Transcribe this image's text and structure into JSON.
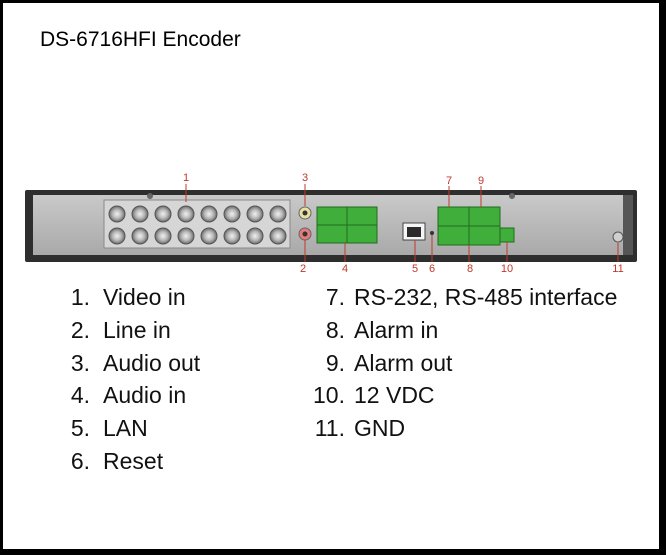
{
  "title": "DS-6716HFI Encoder",
  "callouts": {
    "c1": "1",
    "c2": "2",
    "c3": "3",
    "c4": "4",
    "c5": "5",
    "c6": "6",
    "c7": "7",
    "c8": "8",
    "c9": "9",
    "c10": "10",
    "c11": "11"
  },
  "legend": {
    "left": [
      {
        "num": "1.",
        "label": "Video in"
      },
      {
        "num": "2.",
        "label": "Line in"
      },
      {
        "num": "3.",
        "label": "Audio out"
      },
      {
        "num": "4.",
        "label": "Audio in"
      },
      {
        "num": "5.",
        "label": "LAN"
      },
      {
        "num": "6.",
        "label": "Reset"
      }
    ],
    "right": [
      {
        "num": "7.",
        "label": "RS-232, RS-485 interface"
      },
      {
        "num": "8.",
        "label": "Alarm in"
      },
      {
        "num": "9.",
        "label": "Alarm out"
      },
      {
        "num": "10.",
        "label": "12 VDC"
      },
      {
        "num": "11.",
        "label": "GND"
      }
    ]
  },
  "colors": {
    "callout": "#c0392b",
    "chassis": "#3a3a3a",
    "face": "#b9b9b9",
    "terminal": "#3fae3a"
  }
}
